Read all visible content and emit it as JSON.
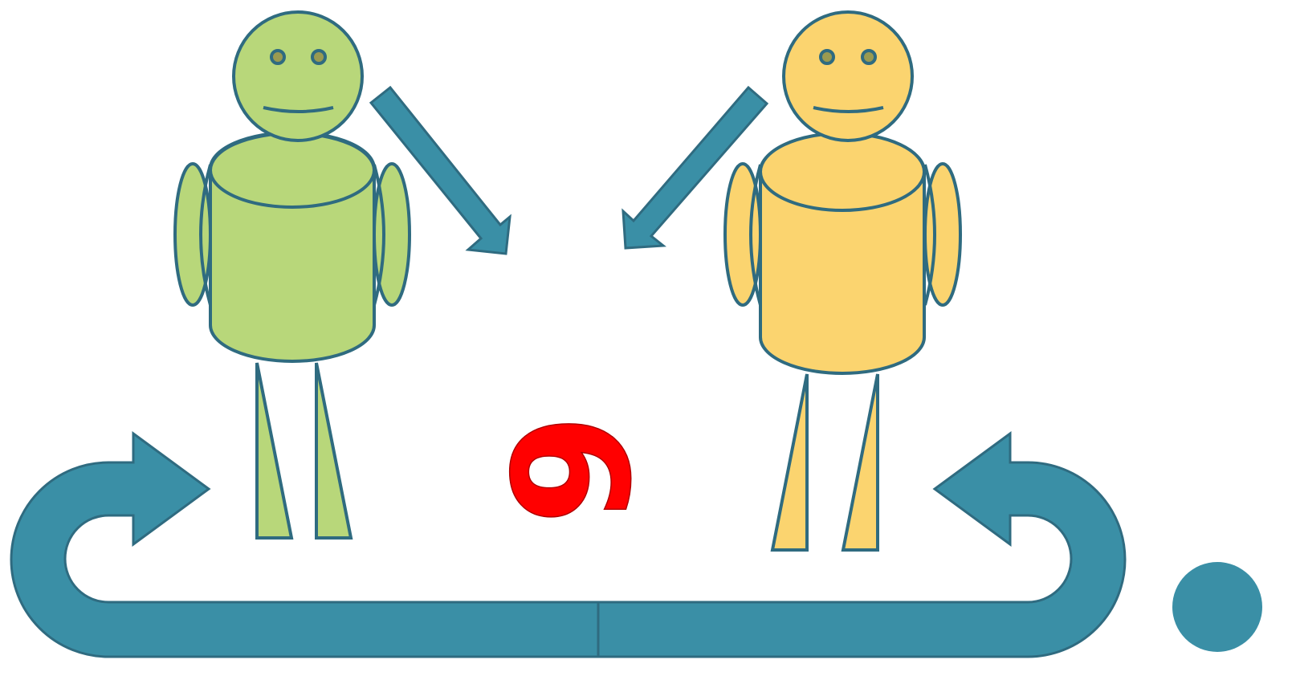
{
  "center_label": {
    "text": "6",
    "rotated": true,
    "color": "#ff0000"
  },
  "colors": {
    "outline": "#2f6b80",
    "arrow_fill": "#3a8fa6",
    "person_left": "#b8d77a",
    "person_right": "#fbd46f",
    "eye_fill": "#9a9a50",
    "background": "#ffffff"
  },
  "figures": [
    {
      "name": "left-person",
      "color_key": "person_left",
      "expression": "neutral"
    },
    {
      "name": "right-person",
      "color_key": "person_right",
      "expression": "neutral"
    }
  ],
  "arrows": [
    {
      "name": "down-right-arrow",
      "direction": "down-right",
      "target": "center-label"
    },
    {
      "name": "down-left-arrow",
      "direction": "down-left",
      "target": "center-label"
    },
    {
      "name": "curved-left-arrow",
      "direction": "curve-up-right",
      "target": "left-person"
    },
    {
      "name": "curved-right-arrow",
      "direction": "curve-up-left",
      "target": "right-person"
    }
  ]
}
